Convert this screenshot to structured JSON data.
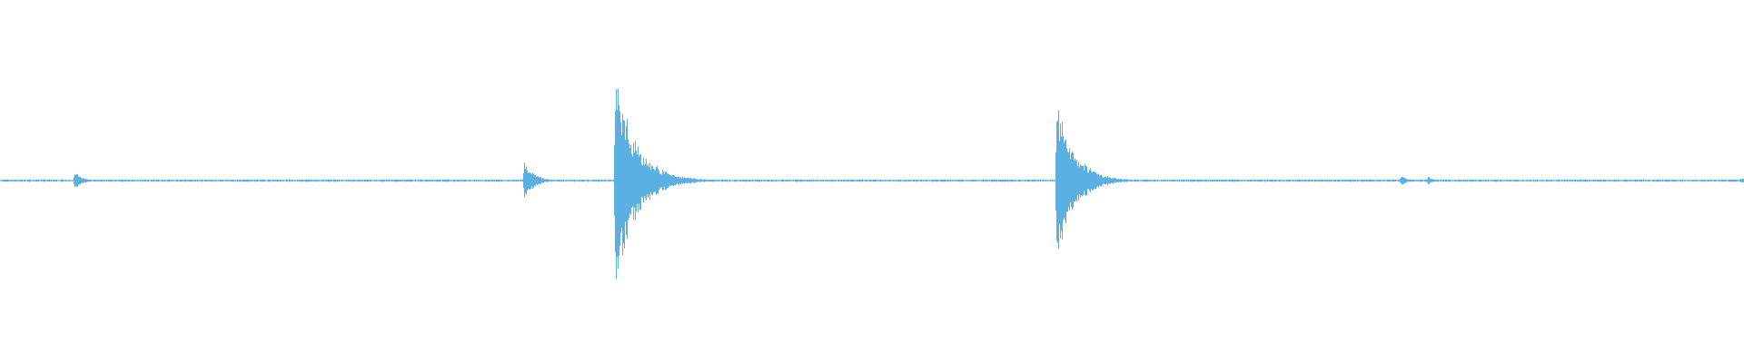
{
  "waveform": {
    "color": "#5aafe3",
    "background": "#ffffff",
    "amplitude_range": [
      -1,
      1
    ],
    "duration": 1,
    "noise_floor": 0.012,
    "events": [
      {
        "t": 0.0425,
        "amp": 0.09,
        "decay": 0.004
      },
      {
        "t": 0.3005,
        "amp": 0.2,
        "decay": 0.005
      },
      {
        "t": 0.3525,
        "amp": 1.0,
        "decay": 0.012
      },
      {
        "t": 0.3585,
        "amp": 0.22,
        "decay": 0.004
      },
      {
        "t": 0.6055,
        "amp": 0.8,
        "decay": 0.01
      },
      {
        "t": 0.6105,
        "amp": 0.2,
        "decay": 0.004
      },
      {
        "t": 0.803,
        "amp": 0.05,
        "decay": 0.004
      },
      {
        "t": 0.8185,
        "amp": 0.04,
        "decay": 0.003
      },
      {
        "t": 0.9985,
        "amp": 0.04,
        "decay": 0.002
      }
    ]
  }
}
